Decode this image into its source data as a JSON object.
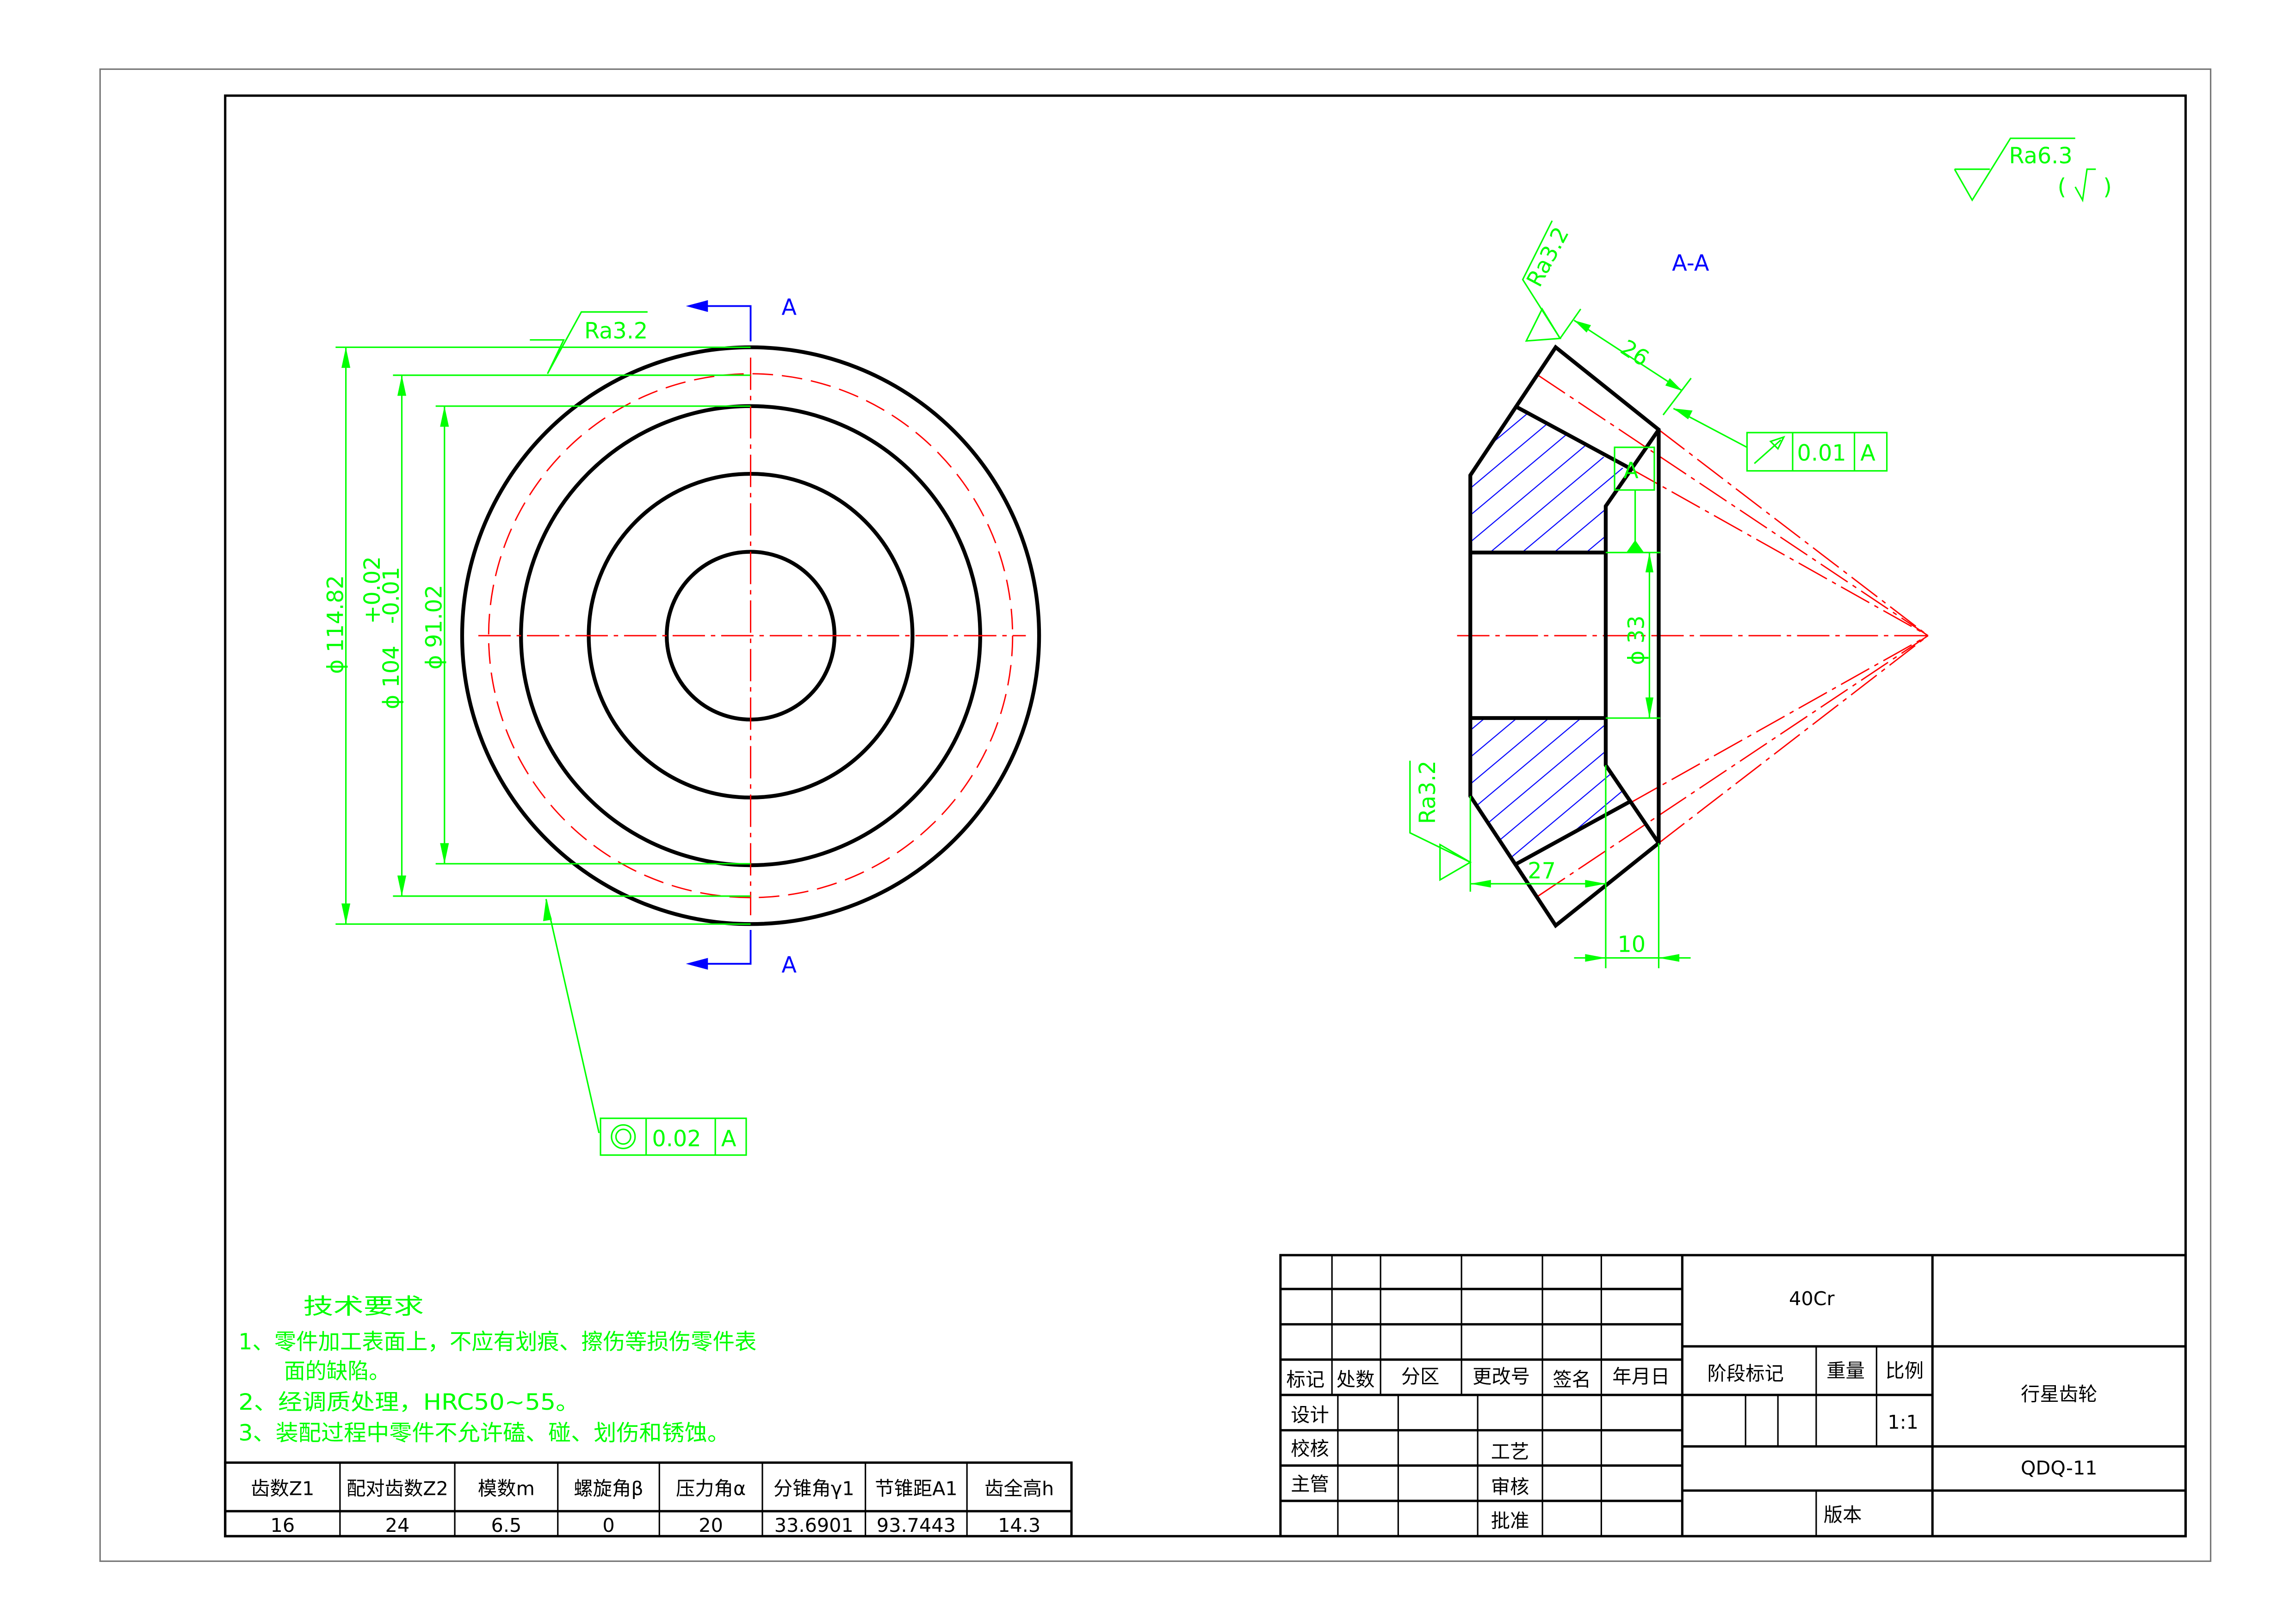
{
  "colors": {
    "dimension": "#00ff00",
    "centerline": "#ff0000",
    "section": "#0000ff",
    "outline": "#000000"
  },
  "front_view": {
    "section_label_top": "A",
    "section_label_bottom": "A",
    "roughness": "Ra3.2",
    "dim_outer": "ϕ 114.82",
    "dim_pitch": "ϕ 104",
    "dim_pitch_tol_upper": "+0.02",
    "dim_pitch_tol_lower": "-0.01",
    "dim_root": "ϕ 91.02",
    "concentricity": {
      "symbol": "concentricity-icon",
      "value": "0.02",
      "datum": "A"
    }
  },
  "section_view": {
    "title": "A-A",
    "roughness_top": "Ra3.2",
    "roughness_bottom": "Ra3.2",
    "dim_face_width": "26",
    "dim_bore": "ϕ 33",
    "dim_length": "27",
    "dim_hub": "10",
    "datum": "A",
    "runout": {
      "symbol": "circular-runout-icon",
      "value": "0.01",
      "datum": "A"
    }
  },
  "general_roughness": {
    "value": "Ra6.3",
    "note_open": "(",
    "note_close": ")"
  },
  "tech_requirements": {
    "title": "技术要求",
    "lines": [
      "1、零件加工表面上，不应有划痕、擦伤等损伤零件表",
      "面的缺陷。",
      "2、经调质处理，HRC50~55。",
      "3、装配过程中零件不允许磕、碰、划伤和锈蚀。"
    ]
  },
  "gear_params": {
    "headers": [
      "齿数Z1",
      "配对齿数Z2",
      "模数m",
      "螺旋角β",
      "压力角α",
      "分锥角γ1",
      "节锥距A1",
      "齿全高h"
    ],
    "values": [
      "16",
      "24",
      "6.5",
      "0",
      "20",
      "33.6901",
      "93.7443",
      "14.3"
    ]
  },
  "title_block": {
    "revision_headers": [
      "标记",
      "处数",
      "分区",
      "更改号",
      "签名",
      "年月日"
    ],
    "roles": [
      "设计",
      "校核",
      "主管"
    ],
    "roles2": [
      "工艺",
      "审核",
      "批准"
    ],
    "material": "40Cr",
    "stage_mark": "阶段标记",
    "weight": "重量",
    "scale_label": "比例",
    "scale": "1:1",
    "part_name": "行星齿轮",
    "drawing_no": "QDQ-11",
    "version": "版本"
  }
}
